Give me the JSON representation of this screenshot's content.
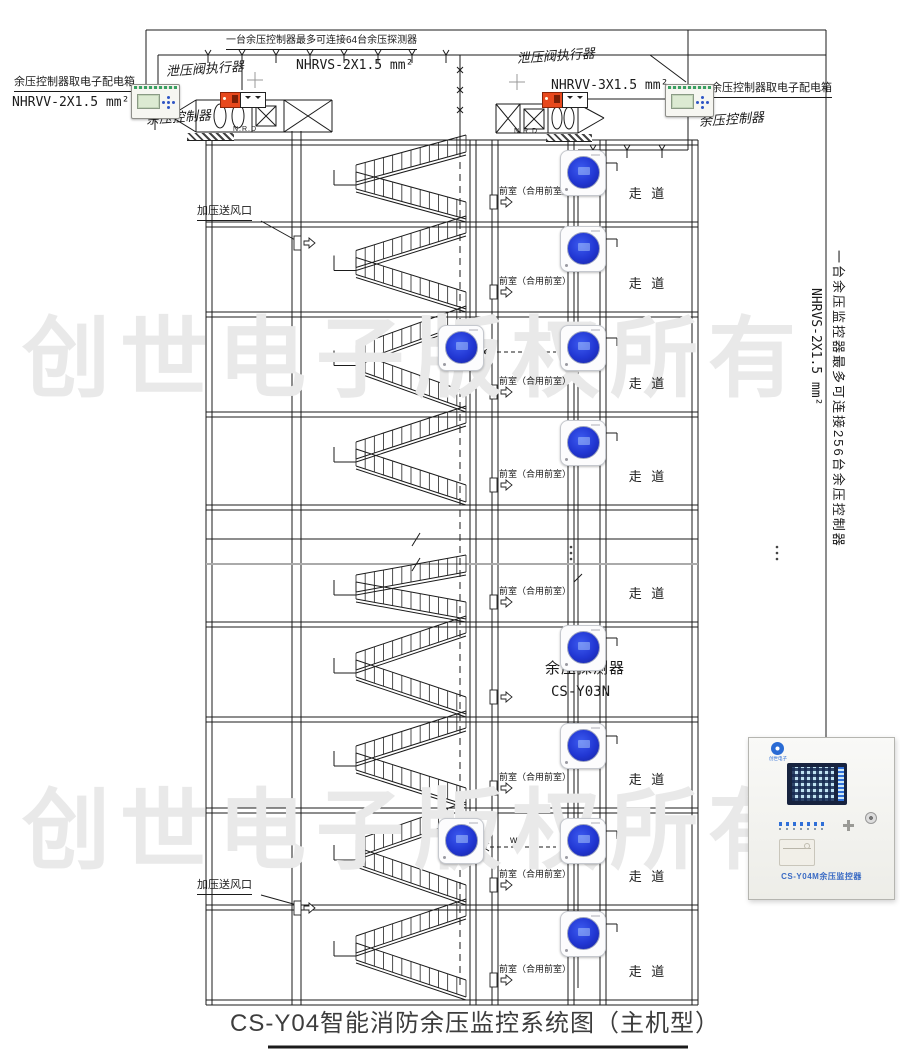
{
  "title": "CS-Y04智能消防余压监控系统图（主机型）",
  "watermark": "创世电子版权所有",
  "top_bus": {
    "capacity_note": "一台余压控制器最多可连接64台余压探测器",
    "cable": "NHRVS-2X1.5 mm²"
  },
  "left_unit": {
    "power_note": "余压控制器取电子配电箱",
    "power_cable": "NHRVV-2X1.5 mm²",
    "actuator_label": "泄压阀执行器",
    "controller_label": "余压控制器",
    "nrd_label": "N.R.D"
  },
  "right_unit": {
    "actuator_label": "泄压阀执行器",
    "cable": "NHRVV-3X1.5 mm²",
    "power_note": "余压控制器取电子配电箱",
    "controller_label": "余压控制器",
    "nrd_label": "N.R.D"
  },
  "monitor_riser": {
    "capacity_note": "一台余压监控器最多可连接256台余压控制器",
    "cable": "NHRVS-2X1.5 mm²"
  },
  "floor_labels": {
    "front_room": "前室（合用前室）",
    "corridor": "走 道"
  },
  "detector": {
    "name": "余压探测器",
    "model": "CS-Y03N"
  },
  "supply_outlet_label": "加压送风口",
  "wire_mark": "w",
  "monitor_panel": {
    "label": "CS-Y04M余压监控器",
    "logo_text": "创世电子"
  },
  "colors": {
    "sensor_blue": "#2136d2",
    "actuator_orange": "#e8491d",
    "panel_label_blue": "#3a6bc4",
    "line": "#1b1b1b",
    "watermark_gray": "#e9e9e9"
  }
}
